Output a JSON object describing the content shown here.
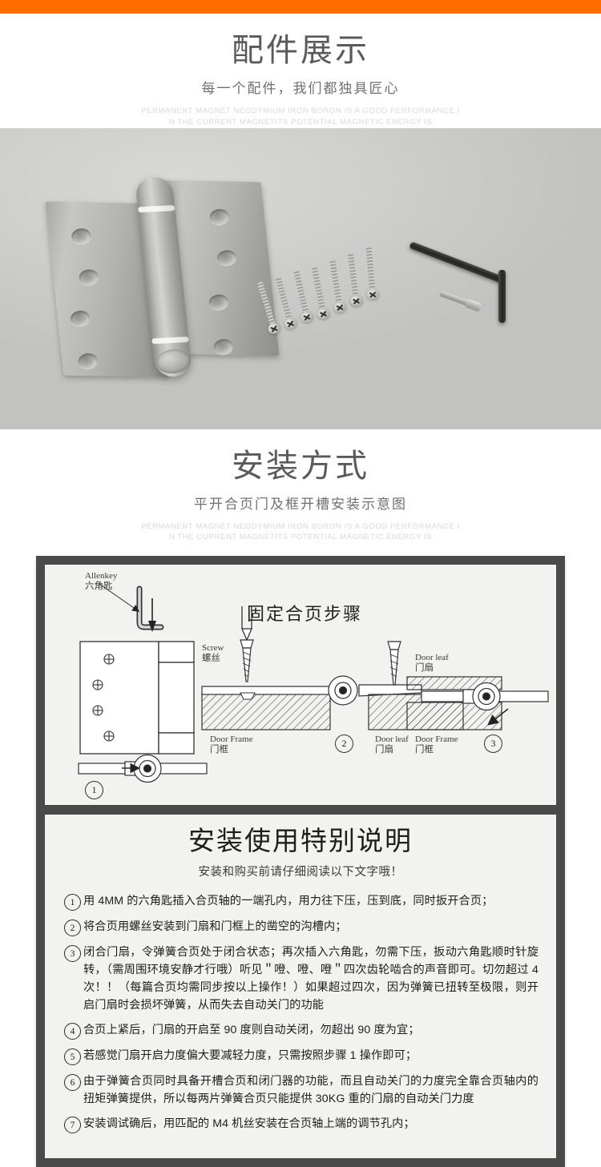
{
  "theme": {
    "accent_orange": "#ff6d00",
    "frame_dark": "#4a4a4a",
    "panel_bg": "#f2f2f0",
    "heading_gray": "#5a5a5a",
    "faint_gray": "#d8d8d8"
  },
  "sections": {
    "accessories": {
      "title": "配件展示",
      "subtitle": "每一个配件，我们都独具匠心",
      "english_line1": "PERMANENT MAGNET NEODYMIUM IRON BORON IS A GOOD PERFORMANCE I",
      "english_line2": "N THE CURRENT MAGNETITS POTENTIAL MAGNETIC ENERGY IS",
      "photo_alt": "stainless-steel-spring-hinge-with-screws-allen-key-and-bolt"
    },
    "installation": {
      "title": "安装方式",
      "subtitle": "平开合页门及框开槽安装示意图",
      "english_line1": "PERMANENT MAGNET NEODYMIUM IRON BORON IS A GOOD PERFORMANCE I",
      "english_line2": "N THE CURRENT MAGNETITS POTENTIAL MAGNETIC ENERGY IS"
    }
  },
  "diagram": {
    "title": "固定合页步骤",
    "labels": {
      "allenkey_en": "Allenkey",
      "allenkey_cn": "六角匙",
      "screw_en": "Screw",
      "screw_cn": "螺丝",
      "doorframe_en": "Door Frame",
      "doorframe_cn": "门框",
      "doorleaf_en": "Door leaf",
      "doorleaf_cn": "门扇",
      "doorleaf2_en": "Door leaf",
      "doorleaf2_cn": "门扇",
      "doorleaf3_en": "Door leaf",
      "doorleaf3_cn": "门扇",
      "doorframe2_en": "Door Frame",
      "doorframe2_cn": "门框"
    },
    "step_numbers": [
      "1",
      "2",
      "3"
    ]
  },
  "notes": {
    "title": "安装使用特别说明",
    "subtitle": "安装和购买前请仔细阅读以下文字哦！",
    "items": [
      {
        "num": "1",
        "text": "用 4MM 的六角匙插入合页轴的一端孔内，用力往下压，压到底，同时扳开合页；"
      },
      {
        "num": "2",
        "text": "将合页用螺丝安装到门扇和门框上的凿空的沟槽内；"
      },
      {
        "num": "3",
        "text": "闭合门扇，令弹簧合页处于闭合状态；再次插入六角匙，勿需下压，扳动六角匙顺时针旋转，（需周围环境安静才行哦）听见＂噔、噔、噔＂四次齿轮啮合的声音即可。切勿超过 4 次！！（每篇合页均需同步按以上操作！）如果超过四次，因为弹簧已扭转至极限，则开启门扇时会损坏弹簧，从而失去自动关门的功能"
      },
      {
        "num": "4",
        "text": "合页上紧后，门扇的开启至 90 度则自动关闭，勿超出 90 度为宜；"
      },
      {
        "num": "5",
        "text": "若感觉门扇开启力度偏大要减轻力度，只需按照步骤 1 操作即可；"
      },
      {
        "num": "6",
        "text": "由于弹簧合页同时具备开槽合页和闭门器的功能，而且自动关门的力度完全靠合页轴内的扭矩弹簧提供，所以每两片弹簧合页只能提供 30KG 重的门扇的自动关门力度"
      },
      {
        "num": "7",
        "text": "安装调试确后，用匹配的 M4 机丝安装在合页轴上端的调节孔内；"
      }
    ]
  }
}
